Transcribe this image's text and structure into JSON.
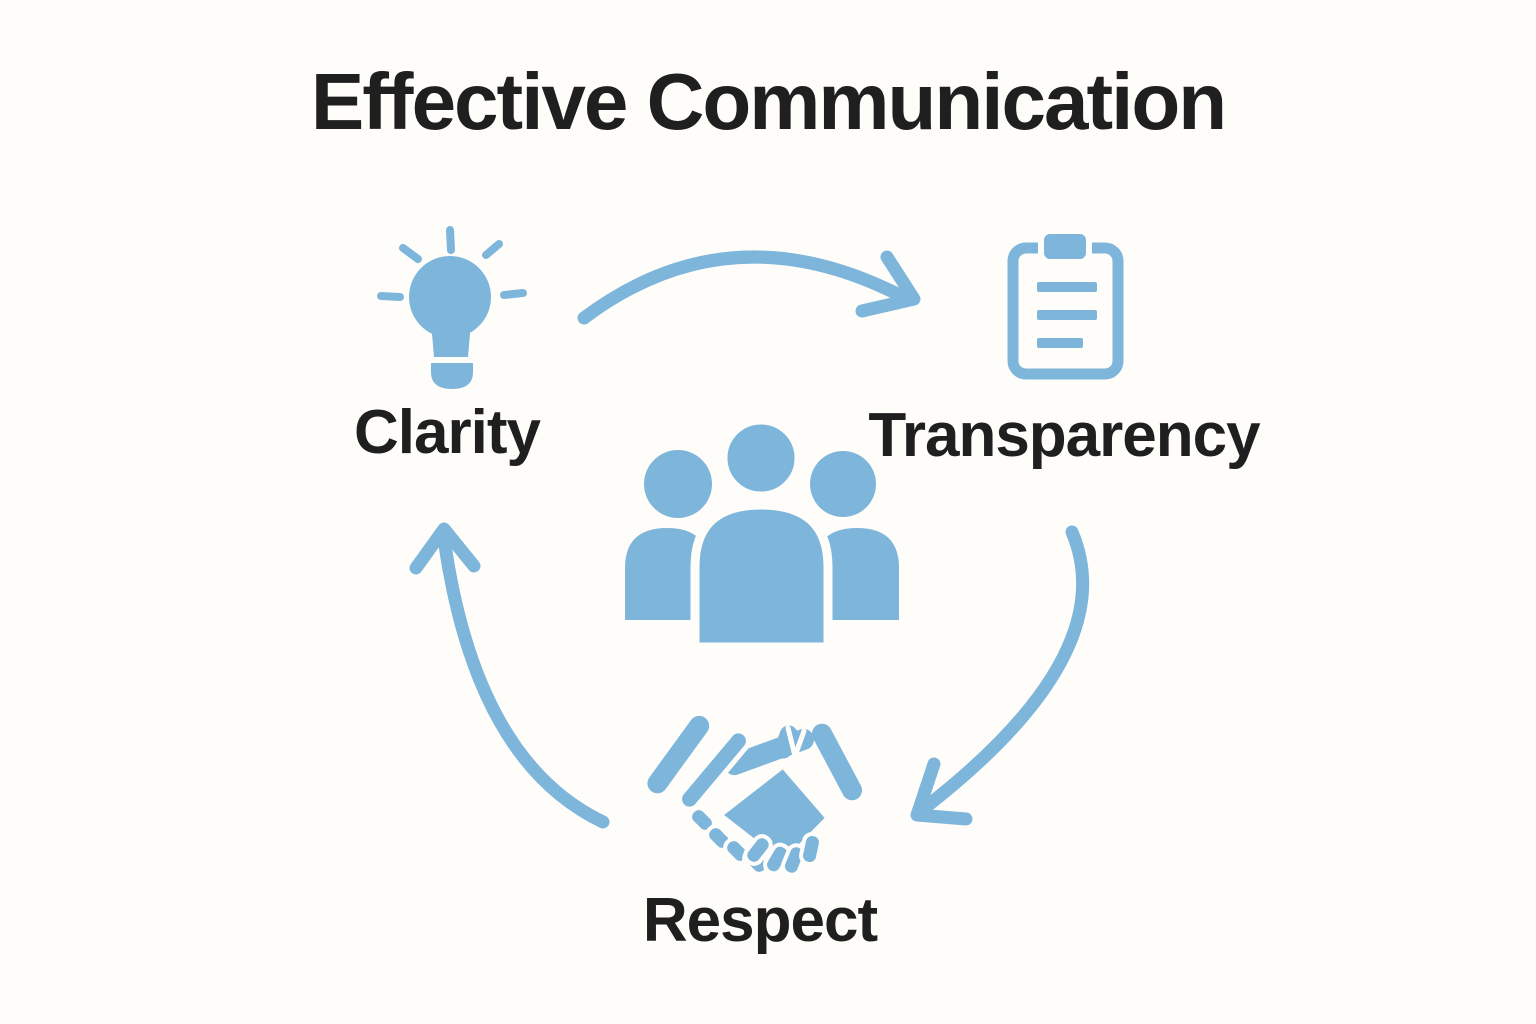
{
  "title": "Effective Communication",
  "colors": {
    "accent": "#7EB5DB",
    "text": "#1F1F1F",
    "background": "#FFFDFA"
  },
  "center": {
    "icon": "team-icon"
  },
  "nodes": [
    {
      "id": "clarity",
      "label": "Clarity",
      "icon": "lightbulb-icon"
    },
    {
      "id": "transparency",
      "label": "Transparency",
      "icon": "clipboard-icon"
    },
    {
      "id": "respect",
      "label": "Respect",
      "icon": "handshake-icon"
    }
  ],
  "arrows": [
    {
      "from": "clarity",
      "to": "transparency"
    },
    {
      "from": "transparency",
      "to": "respect"
    },
    {
      "from": "respect",
      "to": "clarity"
    }
  ]
}
